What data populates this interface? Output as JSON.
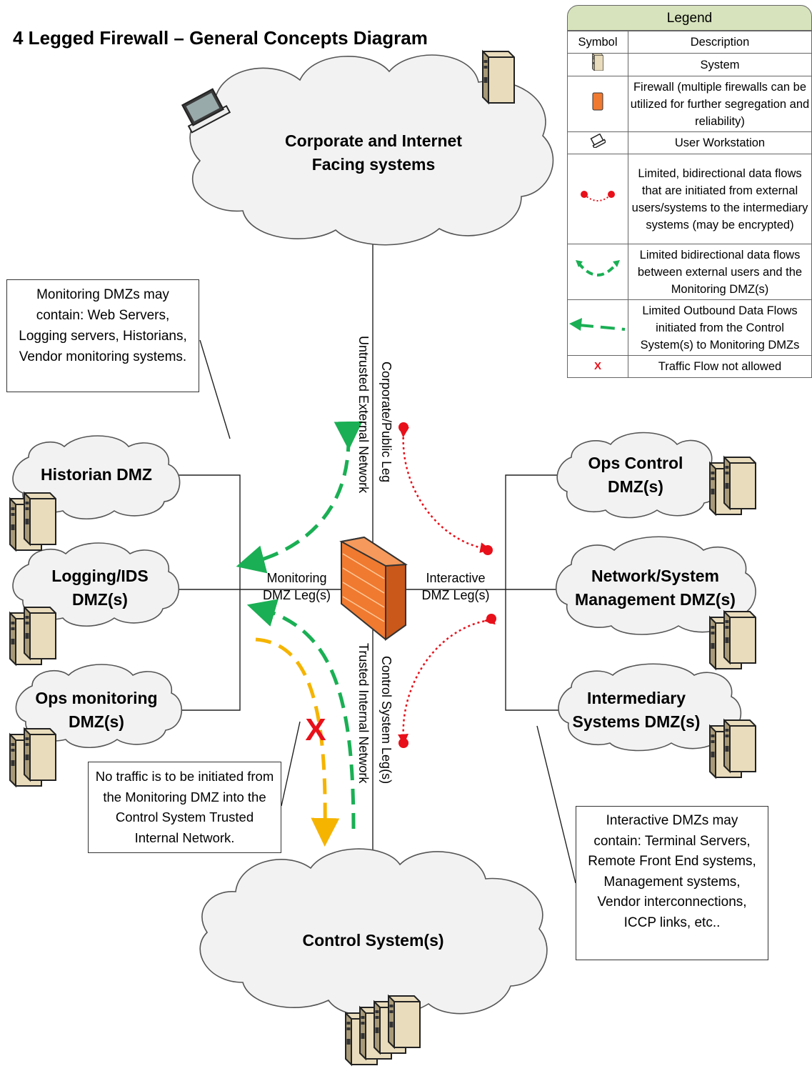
{
  "title": "4 Legged Firewall – General Concepts Diagram",
  "legend": {
    "title": "Legend",
    "col_symbol": "Symbol",
    "col_description": "Description",
    "rows": [
      {
        "icon": "server-icon",
        "description": "System"
      },
      {
        "icon": "firewall-icon",
        "description": "Firewall (multiple firewalls can be utilized for further segregation and reliability)"
      },
      {
        "icon": "laptop-icon",
        "description": "User Workstation"
      },
      {
        "icon": "red-dotted-bidirectional-arrow",
        "description": "Limited, bidirectional data flows that are initiated from external users/systems to the intermediary systems (may be encrypted)"
      },
      {
        "icon": "green-dashed-bidirectional-arrow",
        "description": "Limited bidirectional data flows between external users and the Monitoring DMZ(s)"
      },
      {
        "icon": "green-dashed-outbound-arrow",
        "description": "Limited Outbound Data Flows initiated from the Control System(s) to Monitoring DMZs"
      },
      {
        "icon": "red-x-icon",
        "symbol_text": "X",
        "description": "Traffic Flow not allowed"
      }
    ]
  },
  "clouds": {
    "corporate": "Corporate and Internet Facing systems",
    "control": "Control System(s)",
    "historian": "Historian DMZ",
    "logging": "Logging/IDS DMZ(s)",
    "ops_monitoring": "Ops monitoring DMZ(s)",
    "ops_control": "Ops Control DMZ(s)",
    "netsys": "Network/System Management DMZ(s)",
    "intermediary": "Intermediary Systems DMZ(s)"
  },
  "legs": {
    "corporate_leg": "Corporate/Public Leg",
    "untrusted": "Untrusted External Network",
    "monitoring_leg": "Monitoring DMZ Leg(s)",
    "interactive_leg": "Interactive DMZ Leg(s)",
    "control_leg": "Control System Leg(s)",
    "trusted": "Trusted Internal Network"
  },
  "notes": {
    "monitoring": "Monitoring DMZs may contain: Web Servers, Logging servers, Historians, Vendor monitoring systems.",
    "no_traffic": "No traffic is to be initiated from the Monitoring DMZ into the Control System Trusted Internal Network.",
    "interactive": "Interactive DMZs may contain: Terminal Servers, Remote Front End systems, Management systems, Vendor interconnections,  ICCP links, etc.."
  },
  "colors": {
    "flow_green": "#1aaf54",
    "flow_red": "#e8101a",
    "flow_yellow": "#f5b400",
    "firewall": "#f07a30",
    "legend_header": "#d6e3bc",
    "cloud_fill": "#f2f2f2"
  }
}
